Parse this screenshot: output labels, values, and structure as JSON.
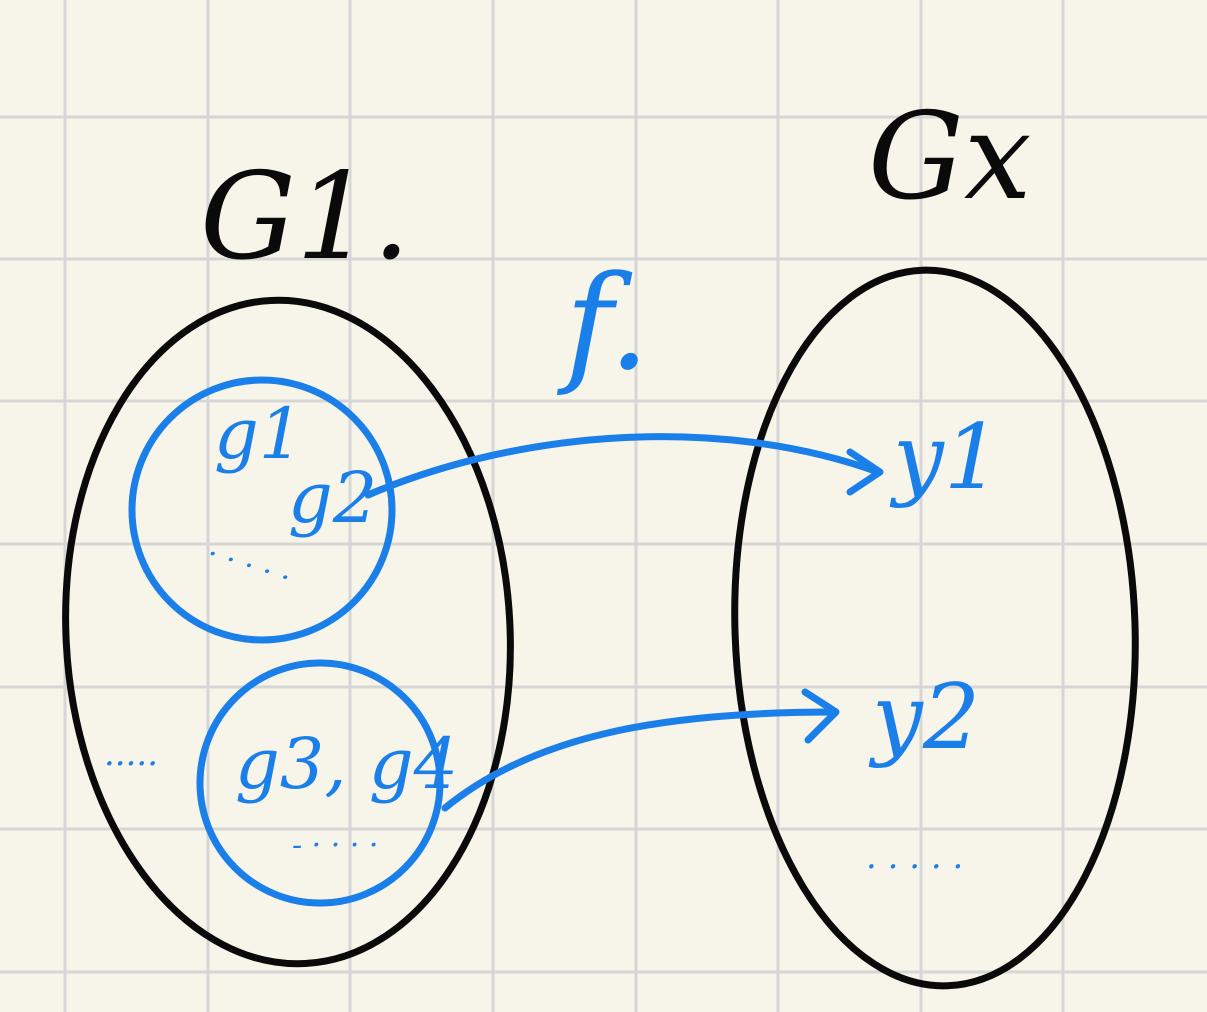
{
  "colors": {
    "paper": "#f7f4ea",
    "grid": "#d6d6d6",
    "ink_black": "#0a0a0a",
    "ink_blue": "#1a7fe8"
  },
  "labels": {
    "set_left": "G1.",
    "set_right": "Gx",
    "map": "f.",
    "elem_g1": "g1",
    "elem_g2": "g2",
    "elem_g3_g4": "g3, g4",
    "elem_y1": "y1",
    "elem_y2": "y2",
    "ellipsis_upper": "· · · · ·",
    "ellipsis_lower": "- · · · ·",
    "ellipsis_left": "·····",
    "ellipsis_right": "· · · · ·"
  }
}
